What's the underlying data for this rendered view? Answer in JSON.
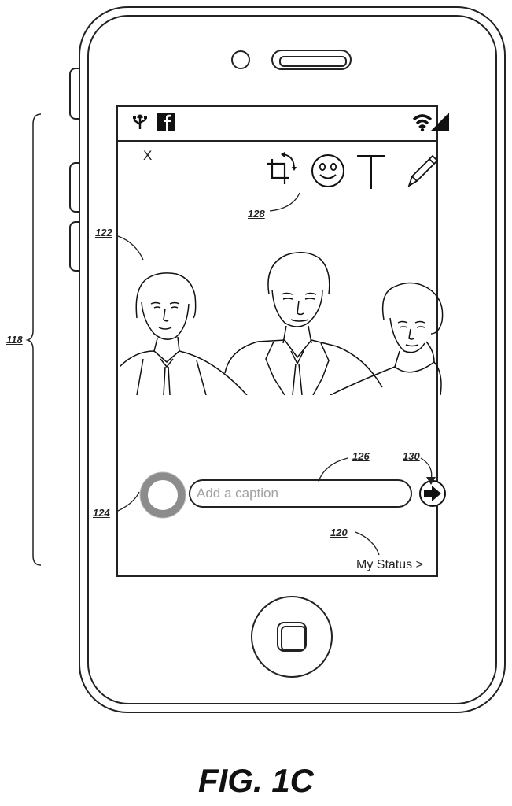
{
  "screen": {
    "close_label": "X",
    "caption_placeholder": "Add a caption",
    "my_status_label": "My Status >"
  },
  "references": {
    "device": "118",
    "image": "122",
    "status_link": "120",
    "avatar": "124",
    "caption_field": "126",
    "tools": "128",
    "send": "130"
  },
  "figure_label": "FIG. 1C",
  "icons": {
    "status_left": [
      "usb-icon",
      "facebook-icon"
    ],
    "status_right": [
      "wifi-icon",
      "signal-icon"
    ],
    "toolbar": [
      "crop-rotate-icon",
      "emoji-icon",
      "text-icon",
      "pencil-icon"
    ],
    "send": "arrow-right-icon"
  }
}
